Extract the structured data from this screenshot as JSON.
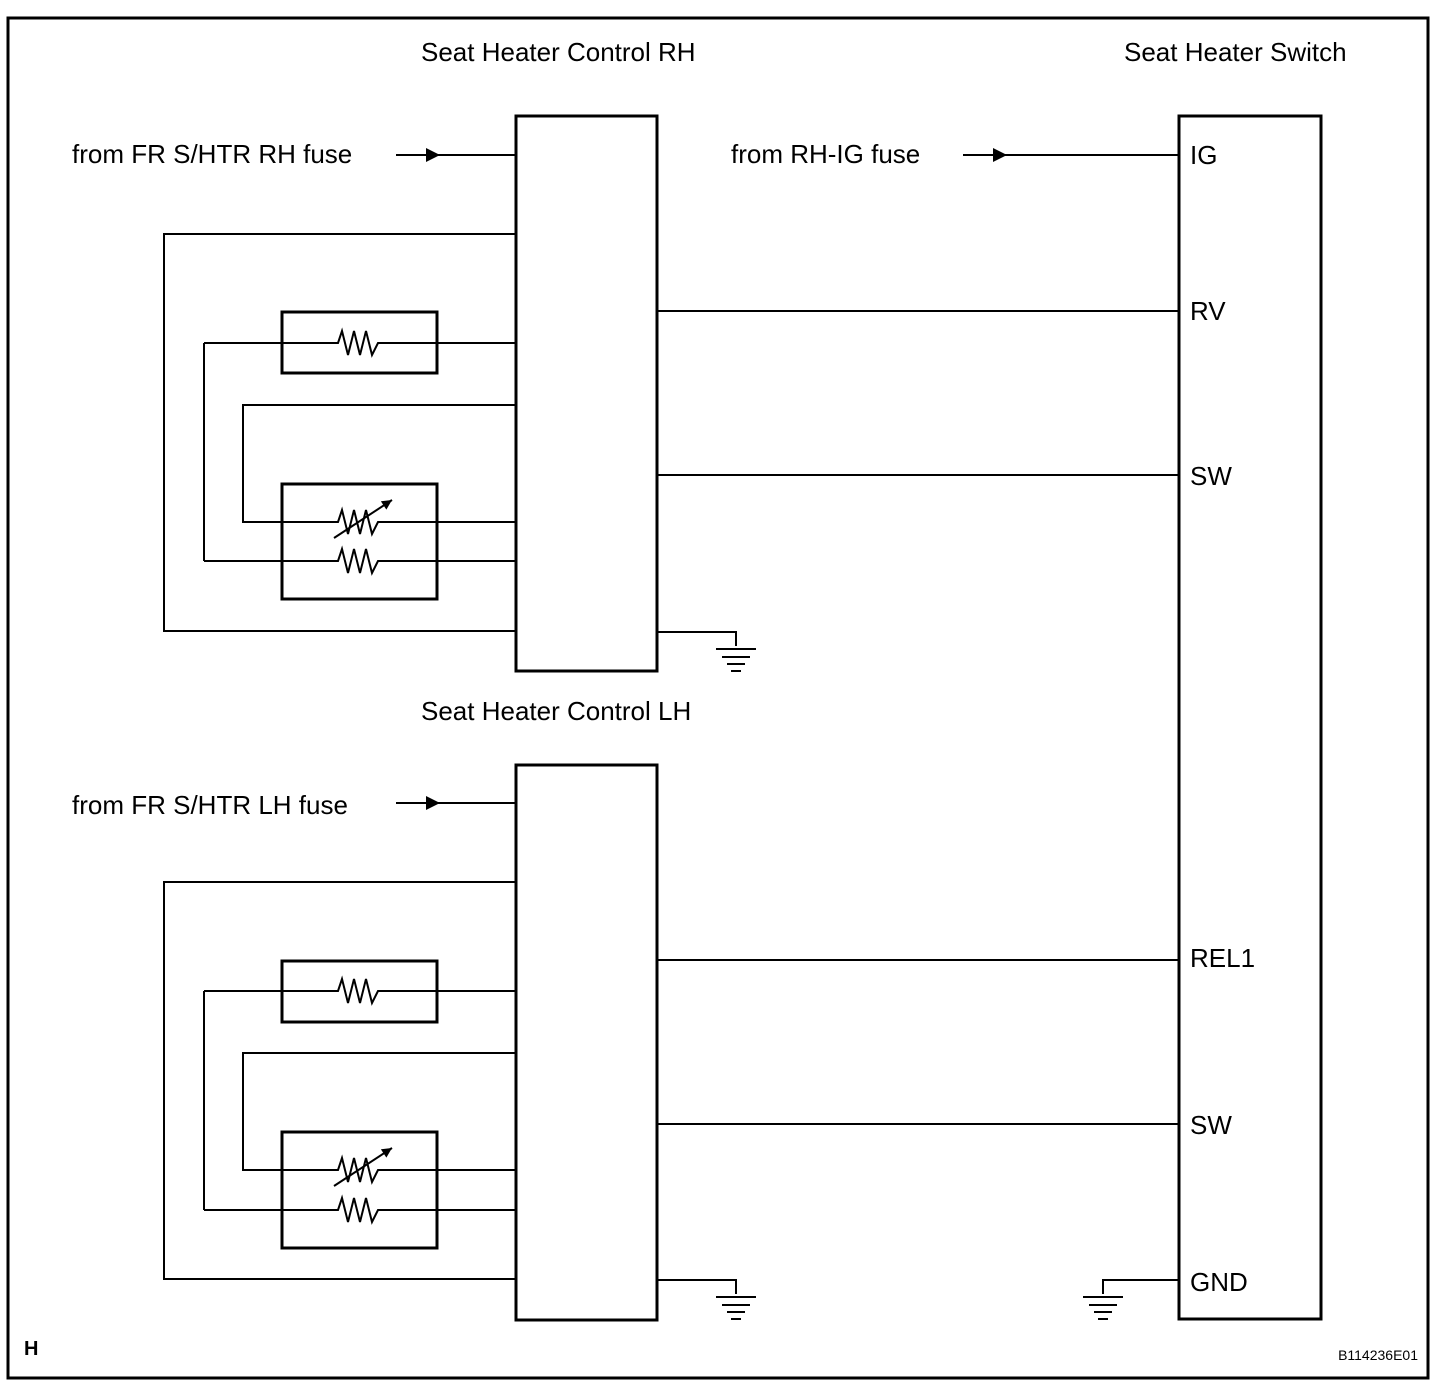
{
  "title_control_rh": "Seat Heater Control RH",
  "title_control_lh": "Seat Heater Control LH",
  "title_switch": "Seat Heater Switch",
  "fuse_rh": "from FR S/HTR RH  fuse",
  "fuse_lh": "from FR S/HTR LH  fuse",
  "fuse_ig": "from RH-IG fuse",
  "switch_terminals": {
    "ig": "IG",
    "rv": "RV",
    "sw_upper": "SW",
    "rel1": "REL1",
    "sw_lower": "SW",
    "gnd": "GND"
  },
  "corner_letter": "H",
  "figure_code": "B114236E01"
}
